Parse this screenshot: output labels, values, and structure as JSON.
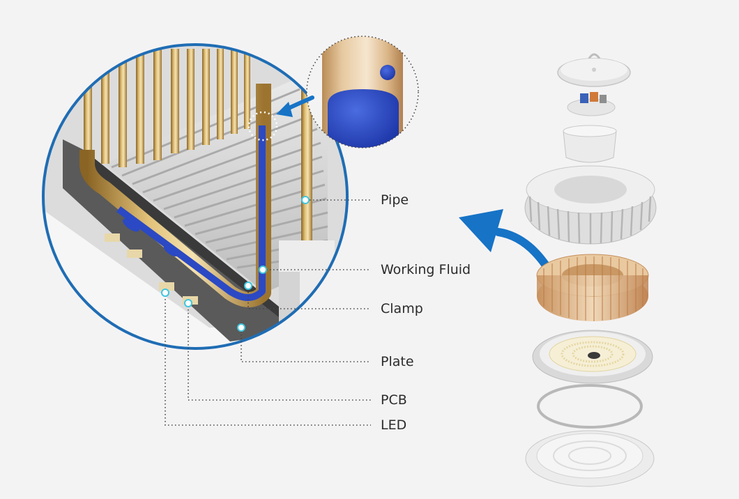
{
  "labels": {
    "pipe": "Pipe",
    "working_fluid": "Working Fluid",
    "clamp": "Clamp",
    "plate": "Plate",
    "pcb": "PCB",
    "led": "LED"
  },
  "colors": {
    "background": "#f4f3f4",
    "ring_blue": "#1f6db4",
    "arrow_blue": "#1673c6",
    "fluid_blue": "#2b49c4",
    "copper": "#c9a35e",
    "copper_light": "#e8d3a6",
    "marker_cyan": "#3fc6e0",
    "leader_dots": "#444444",
    "text": "#2b2b2b"
  }
}
